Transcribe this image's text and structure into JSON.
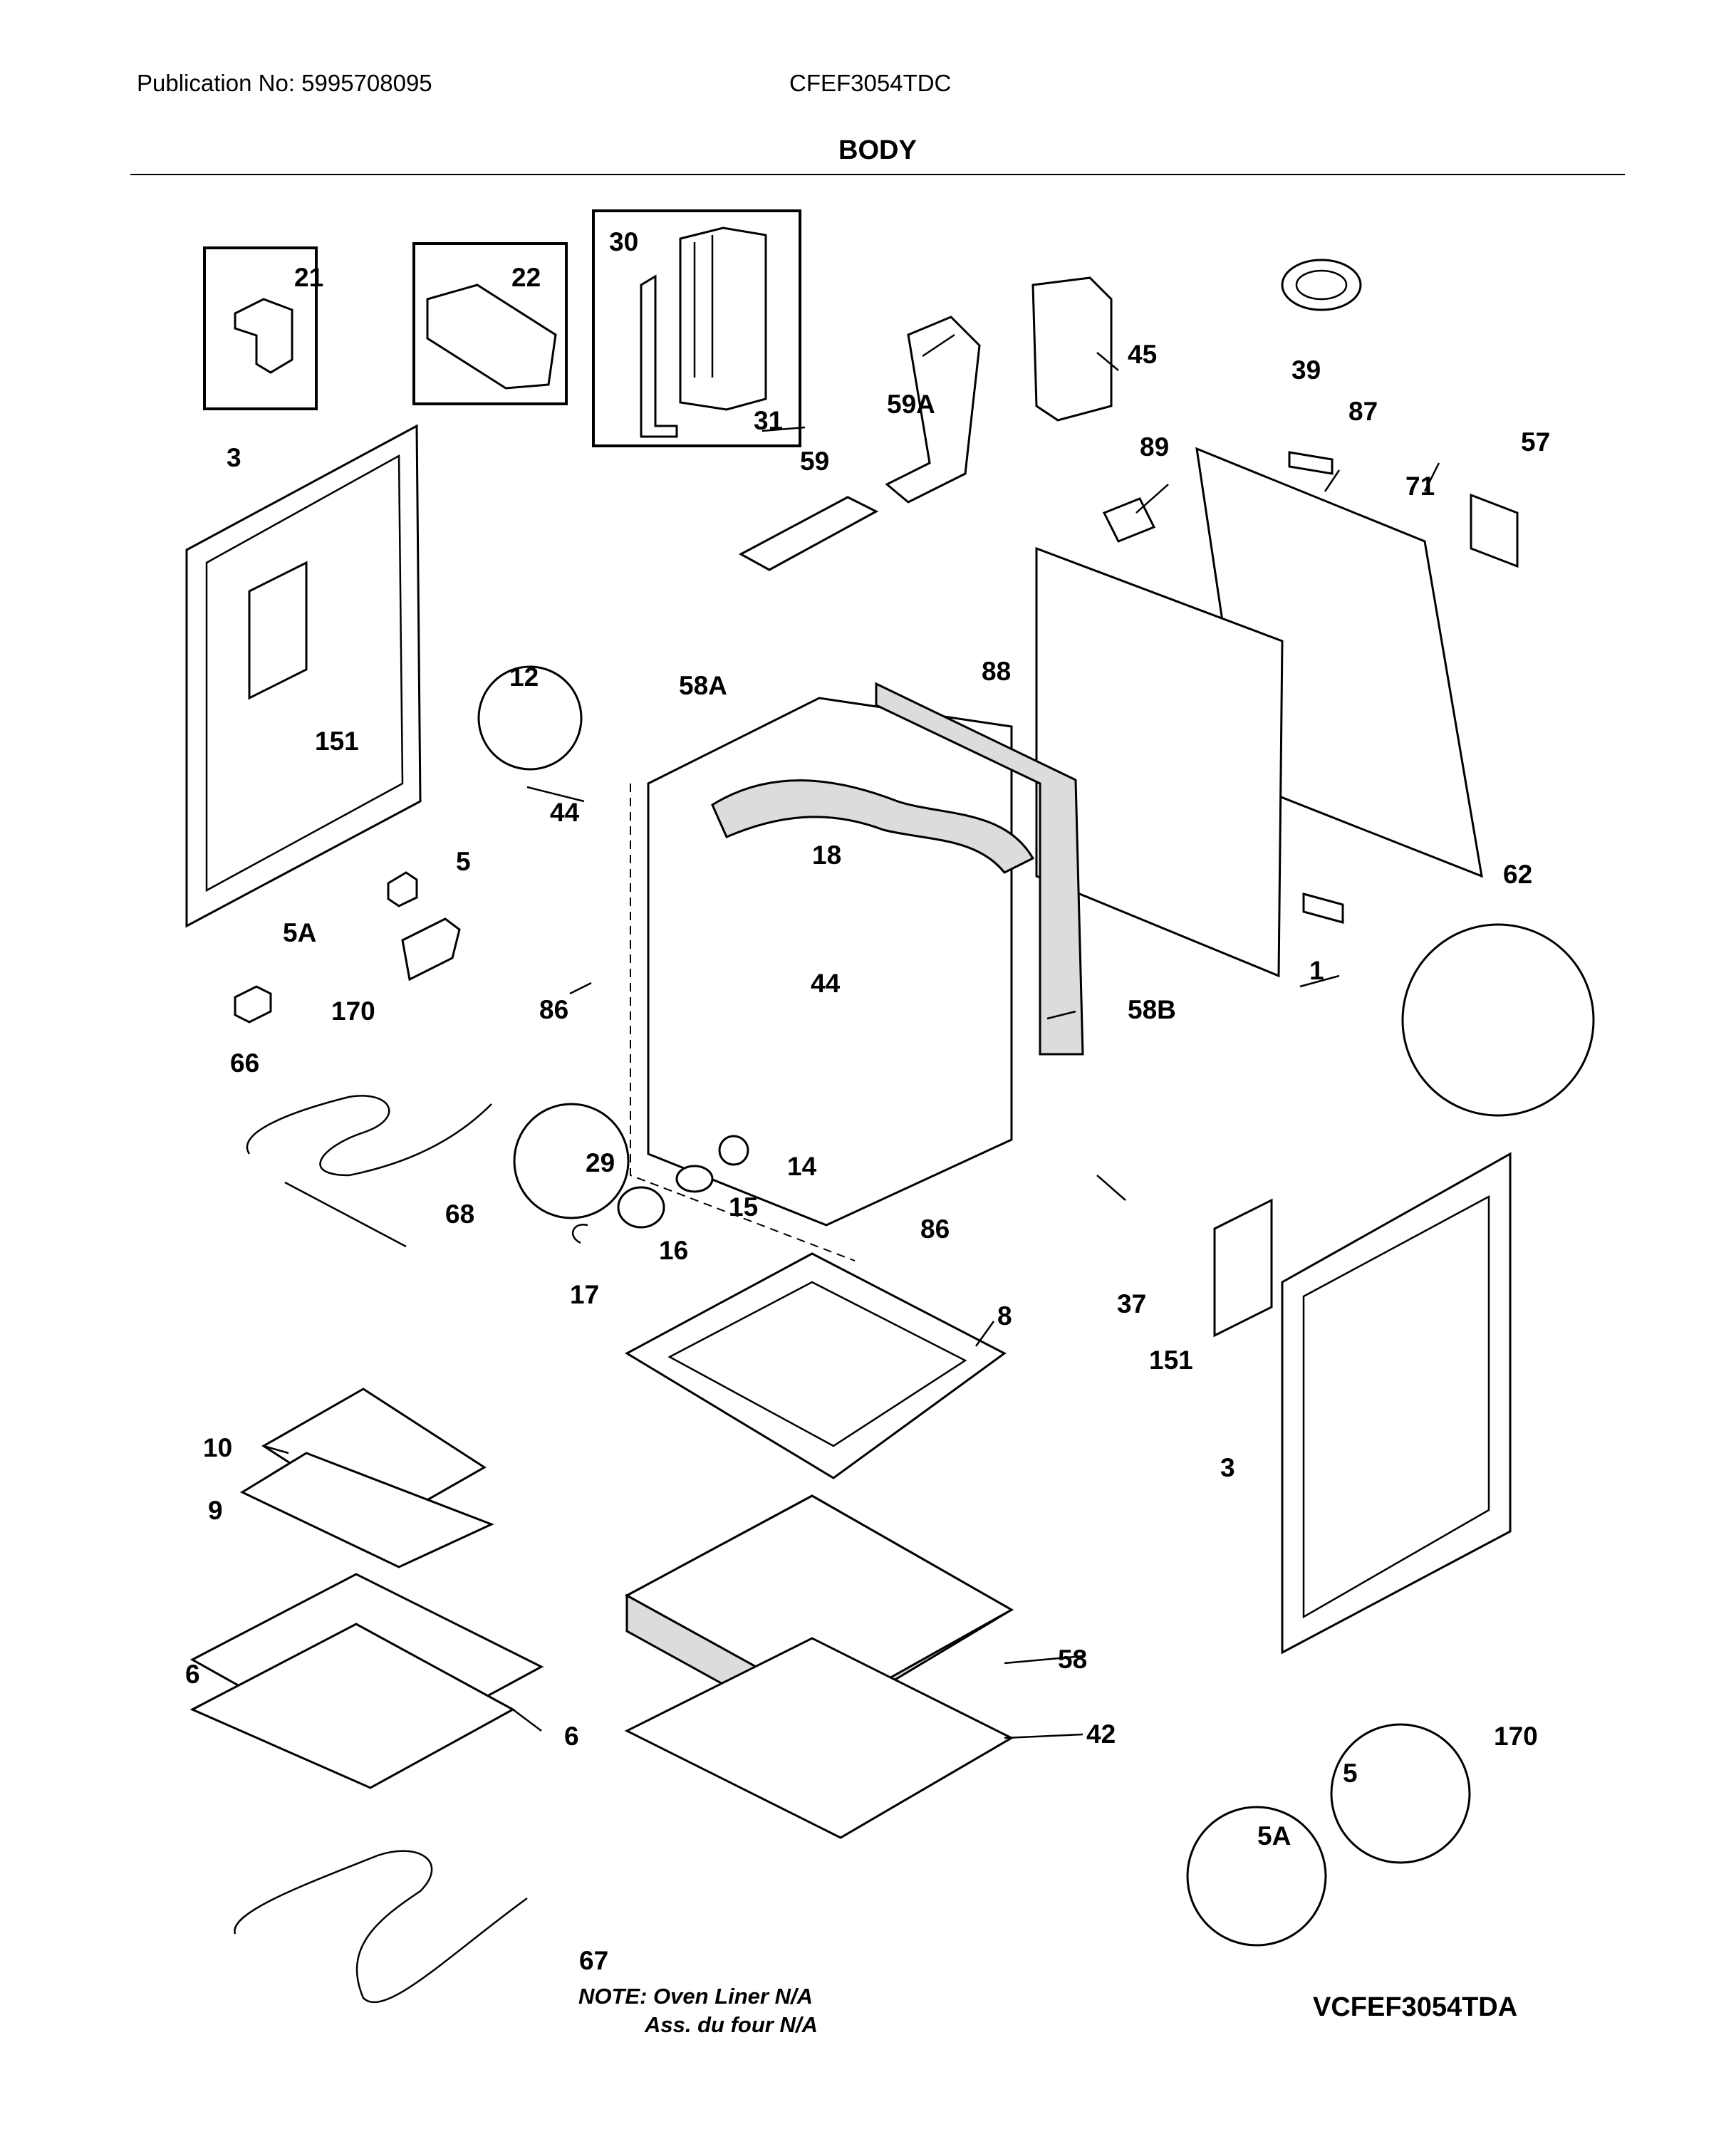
{
  "header": {
    "publication": "Publication No: 5995708095",
    "model": "CFEF3054TDC",
    "section_title": "BODY"
  },
  "callouts": {
    "p21": "21",
    "p22": "22",
    "p30": "30",
    "p31": "31",
    "p45": "45",
    "p39": "39",
    "p59A": "59A",
    "p59": "59",
    "p3_left": "3",
    "p151_left": "151",
    "p87": "87",
    "p57": "57",
    "p89": "89",
    "p71": "71",
    "p12": "12",
    "p58A": "58A",
    "p88": "88",
    "p44_top": "44",
    "p18": "18",
    "p5_left": "5",
    "p5A_left": "5A",
    "p170_left": "170",
    "p62": "62",
    "p1": "1",
    "p44_mid": "44",
    "p86_left": "86",
    "p58B": "58B",
    "p66": "66",
    "p29": "29",
    "p14": "14",
    "p15": "15",
    "p68": "68",
    "p16": "16",
    "p86_right": "86",
    "p17": "17",
    "p8": "8",
    "p37": "37",
    "p151_right": "151",
    "p10": "10",
    "p9": "9",
    "p3_right": "3",
    "p6_top": "6",
    "p58": "58",
    "p6_bot": "6",
    "p42": "42",
    "p170_right": "170",
    "p5_right": "5",
    "p5A_right": "5A",
    "p67": "67"
  },
  "note": {
    "line1": "NOTE: Oven Liner N/A",
    "line2": "Ass. du four N/A"
  },
  "diagram_code": "VCFEF3054TDA"
}
